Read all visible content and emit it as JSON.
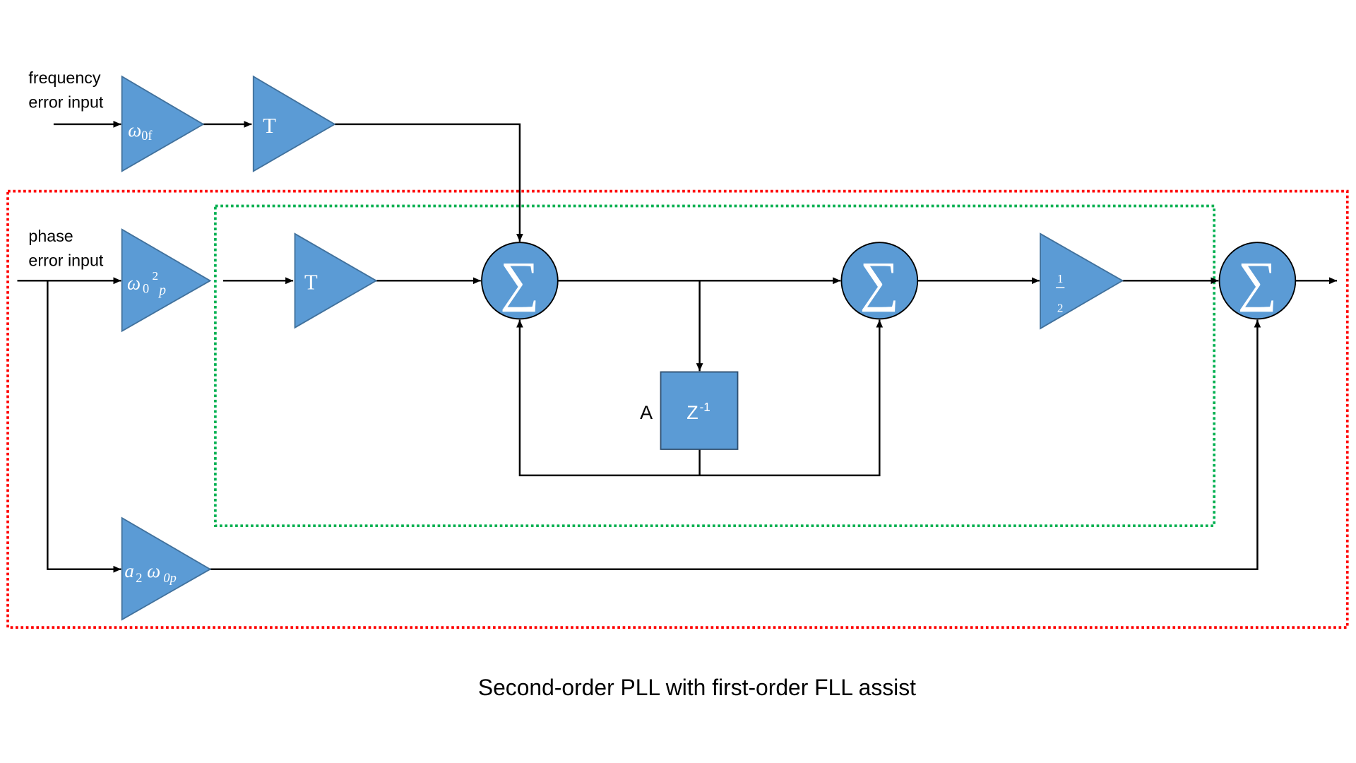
{
  "inputs": {
    "frequency": {
      "line1": "frequency",
      "line2": "error input"
    },
    "phase": {
      "line1": "phase",
      "line2": "error input"
    }
  },
  "blocks": {
    "gain_freq": {
      "symbol": "ω",
      "sub": "0f"
    },
    "integrator_freq": {
      "label": "T"
    },
    "gain_phase": {
      "symbol": "ω",
      "sub1": "0",
      "sup": "2",
      "sub2": "p"
    },
    "integrator_phase": {
      "label": "T"
    },
    "summer_1": {
      "label": "∑"
    },
    "summer_2": {
      "label": "∑"
    },
    "half_gain": {
      "numerator": "1",
      "denominator": "2"
    },
    "summer_3": {
      "label": "∑"
    },
    "delay": {
      "label": "Z",
      "exponent": "-1",
      "side_label": "A"
    },
    "gain_direct": {
      "coef": "a",
      "coef_sub": "2",
      "symbol": "ω",
      "sub": "0p"
    }
  },
  "regions": {
    "outer_loop": {
      "color": "#FF0000",
      "style": "dotted"
    },
    "inner_loop": {
      "color": "#00B050",
      "style": "dotted"
    }
  },
  "colors": {
    "block_fill": "#5B9BD5",
    "block_stroke": "#41719C",
    "sum_stroke": "#000000",
    "delay_stroke": "#2F4F6F"
  },
  "caption": "Second-order PLL with first-order FLL assist"
}
